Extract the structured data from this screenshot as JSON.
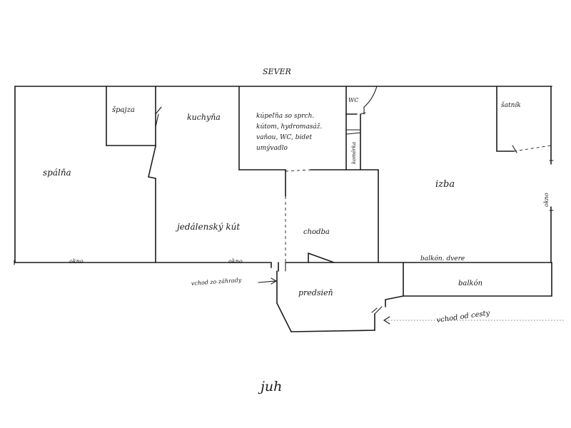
{
  "compass": {
    "north": "SEVER",
    "south": "juh"
  },
  "rooms": {
    "spalna": "spálňa",
    "spajza": "špajza",
    "kuchyna": "kuchyňa",
    "kupelna_line1": "kúpeľňa so sprch.",
    "kupelna_line2": "kútom, hydromasáž.",
    "kupelna_line3": "vaňou, WC, bidet",
    "kupelna_line4": "umývadlo",
    "wc": "WC",
    "komora": "komôrka",
    "izba": "izba",
    "satnik": "šatník",
    "jedalensky_kut": "jedálenský kút",
    "chodba": "chodba",
    "predsien": "predsieň",
    "balkon": "balkón"
  },
  "annotations": {
    "okno_left": "okno",
    "okno_mid": "okno",
    "okno_right": "okno",
    "balkon_dvere": "balkón. dvere",
    "vchod_zahrada": "vchod zo záhrady",
    "vchod_cesta": "vchod od cesty"
  }
}
